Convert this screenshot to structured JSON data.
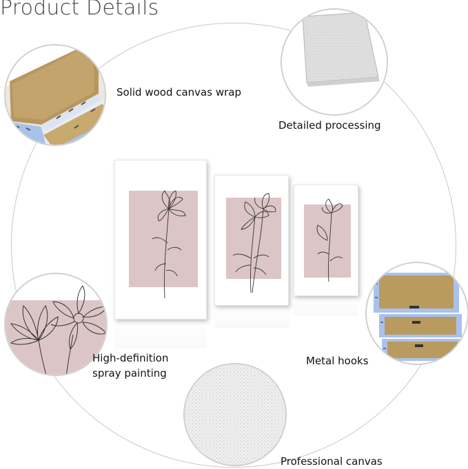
{
  "title": "Product Details",
  "features": {
    "wood_wrap": "Solid wood canvas wrap",
    "processing": "Detailed processing",
    "spray_painting_line1": "High-definition",
    "spray_painting_line2": "spray painting",
    "metal_hooks": "Metal hooks",
    "professional_canvas": "Professional canvas"
  },
  "colors": {
    "pink_panel": "#dcc5c7",
    "ring": "#c8c8c8",
    "wood": "#b69456",
    "canvas_blue_edge": "#9fb8e6"
  },
  "icons": [
    "wood-corner-image",
    "canvas-texture-image",
    "flower-closeup-image",
    "metal-hooks-image",
    "canvas-weave-image"
  ]
}
